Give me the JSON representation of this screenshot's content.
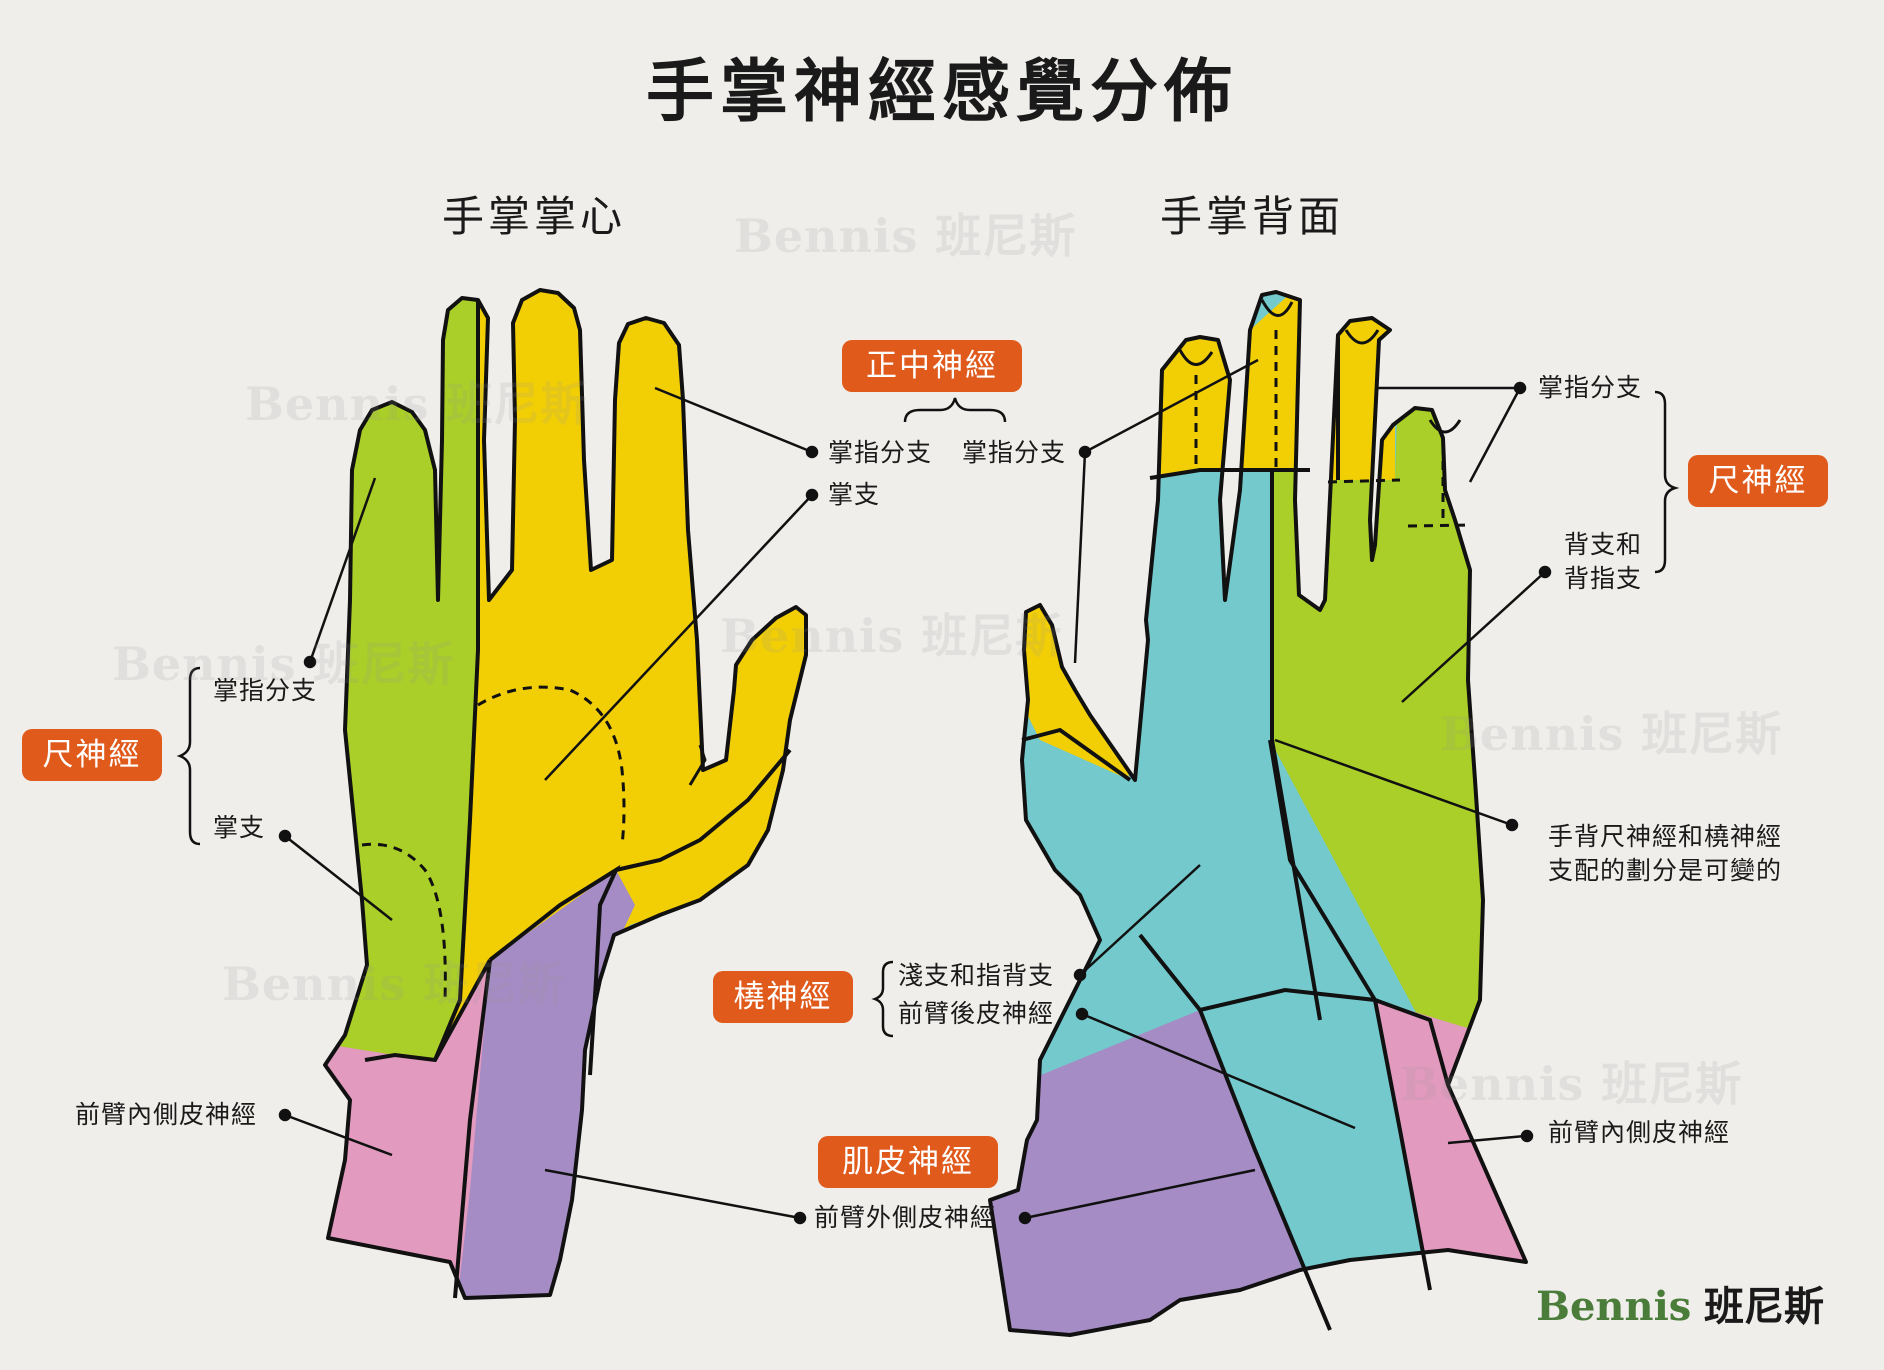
{
  "title": "手掌神經感覺分佈",
  "palm_title": "手掌掌心",
  "dorsum_title": "手掌背面",
  "colors": {
    "median": "#f2cf05",
    "ulnar": "#aacf28",
    "radial": "#74c9cd",
    "medial_antebrachial": "#e39abf",
    "lateral_antebrachial": "#a68cc4",
    "badge": "#e05a1c",
    "outline": "#111111",
    "background": "#f0eeeb"
  },
  "badges": {
    "median": "正中神經",
    "ulnar_left": "尺神經",
    "ulnar_right": "尺神經",
    "radial": "橈神經",
    "musculocutaneous": "肌皮神經"
  },
  "labels": {
    "median_digital_left": "掌指分支",
    "median_digital_right": "掌指分支",
    "median_palmar": "掌支",
    "ulnar_digital_left": "掌指分支",
    "ulnar_palmar_left": "掌支",
    "ulnar_digital_right": "掌指分支",
    "ulnar_dorsal_line1": "背支和",
    "ulnar_dorsal_line2": "背指支",
    "variable_line1": "手背尺神經和橈神經",
    "variable_line2": "支配的劃分是可變的",
    "radial_superficial": "淺支和指背支",
    "radial_posterior": "前臂後皮神經",
    "medial_cutaneous_left": "前臂內側皮神經",
    "medial_cutaneous_right": "前臂內側皮神經",
    "lateral_cutaneous": "前臂外側皮神經"
  },
  "watermark": "Bennis 班尼斯",
  "logo": {
    "latin": "Bennis",
    "cjk": "班尼斯"
  }
}
